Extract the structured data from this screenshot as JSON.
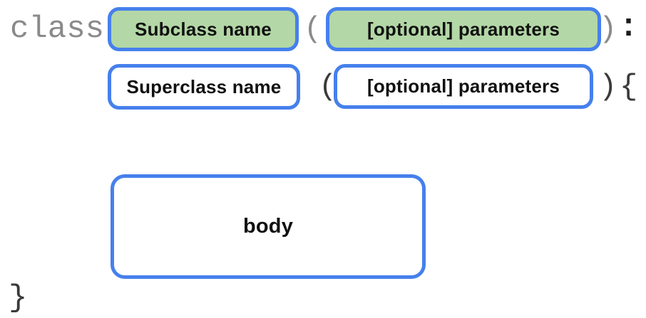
{
  "diagram": {
    "line1": {
      "keyword": "class",
      "name_box": {
        "label": "Subclass name"
      },
      "open_paren": "(",
      "params_box": {
        "label": "[optional] parameters"
      },
      "close_paren": ")",
      "colon": ":"
    },
    "line2": {
      "name_box": {
        "label": "Superclass name"
      },
      "open_paren": "(",
      "params_box": {
        "label": "[optional] parameters"
      },
      "close_paren": ")",
      "open_brace": "{"
    },
    "body_box": {
      "label": "body"
    },
    "close_brace": "}"
  },
  "colors": {
    "accent_blue": "#4680EC",
    "highlight_green": "#B3D7A6",
    "keyword_gray": "#8A8A8A",
    "symbol_dark": "#3A3A3A",
    "colon_black": "#1C1C1C",
    "label_black": "#111111",
    "background": "#FFFFFF"
  }
}
